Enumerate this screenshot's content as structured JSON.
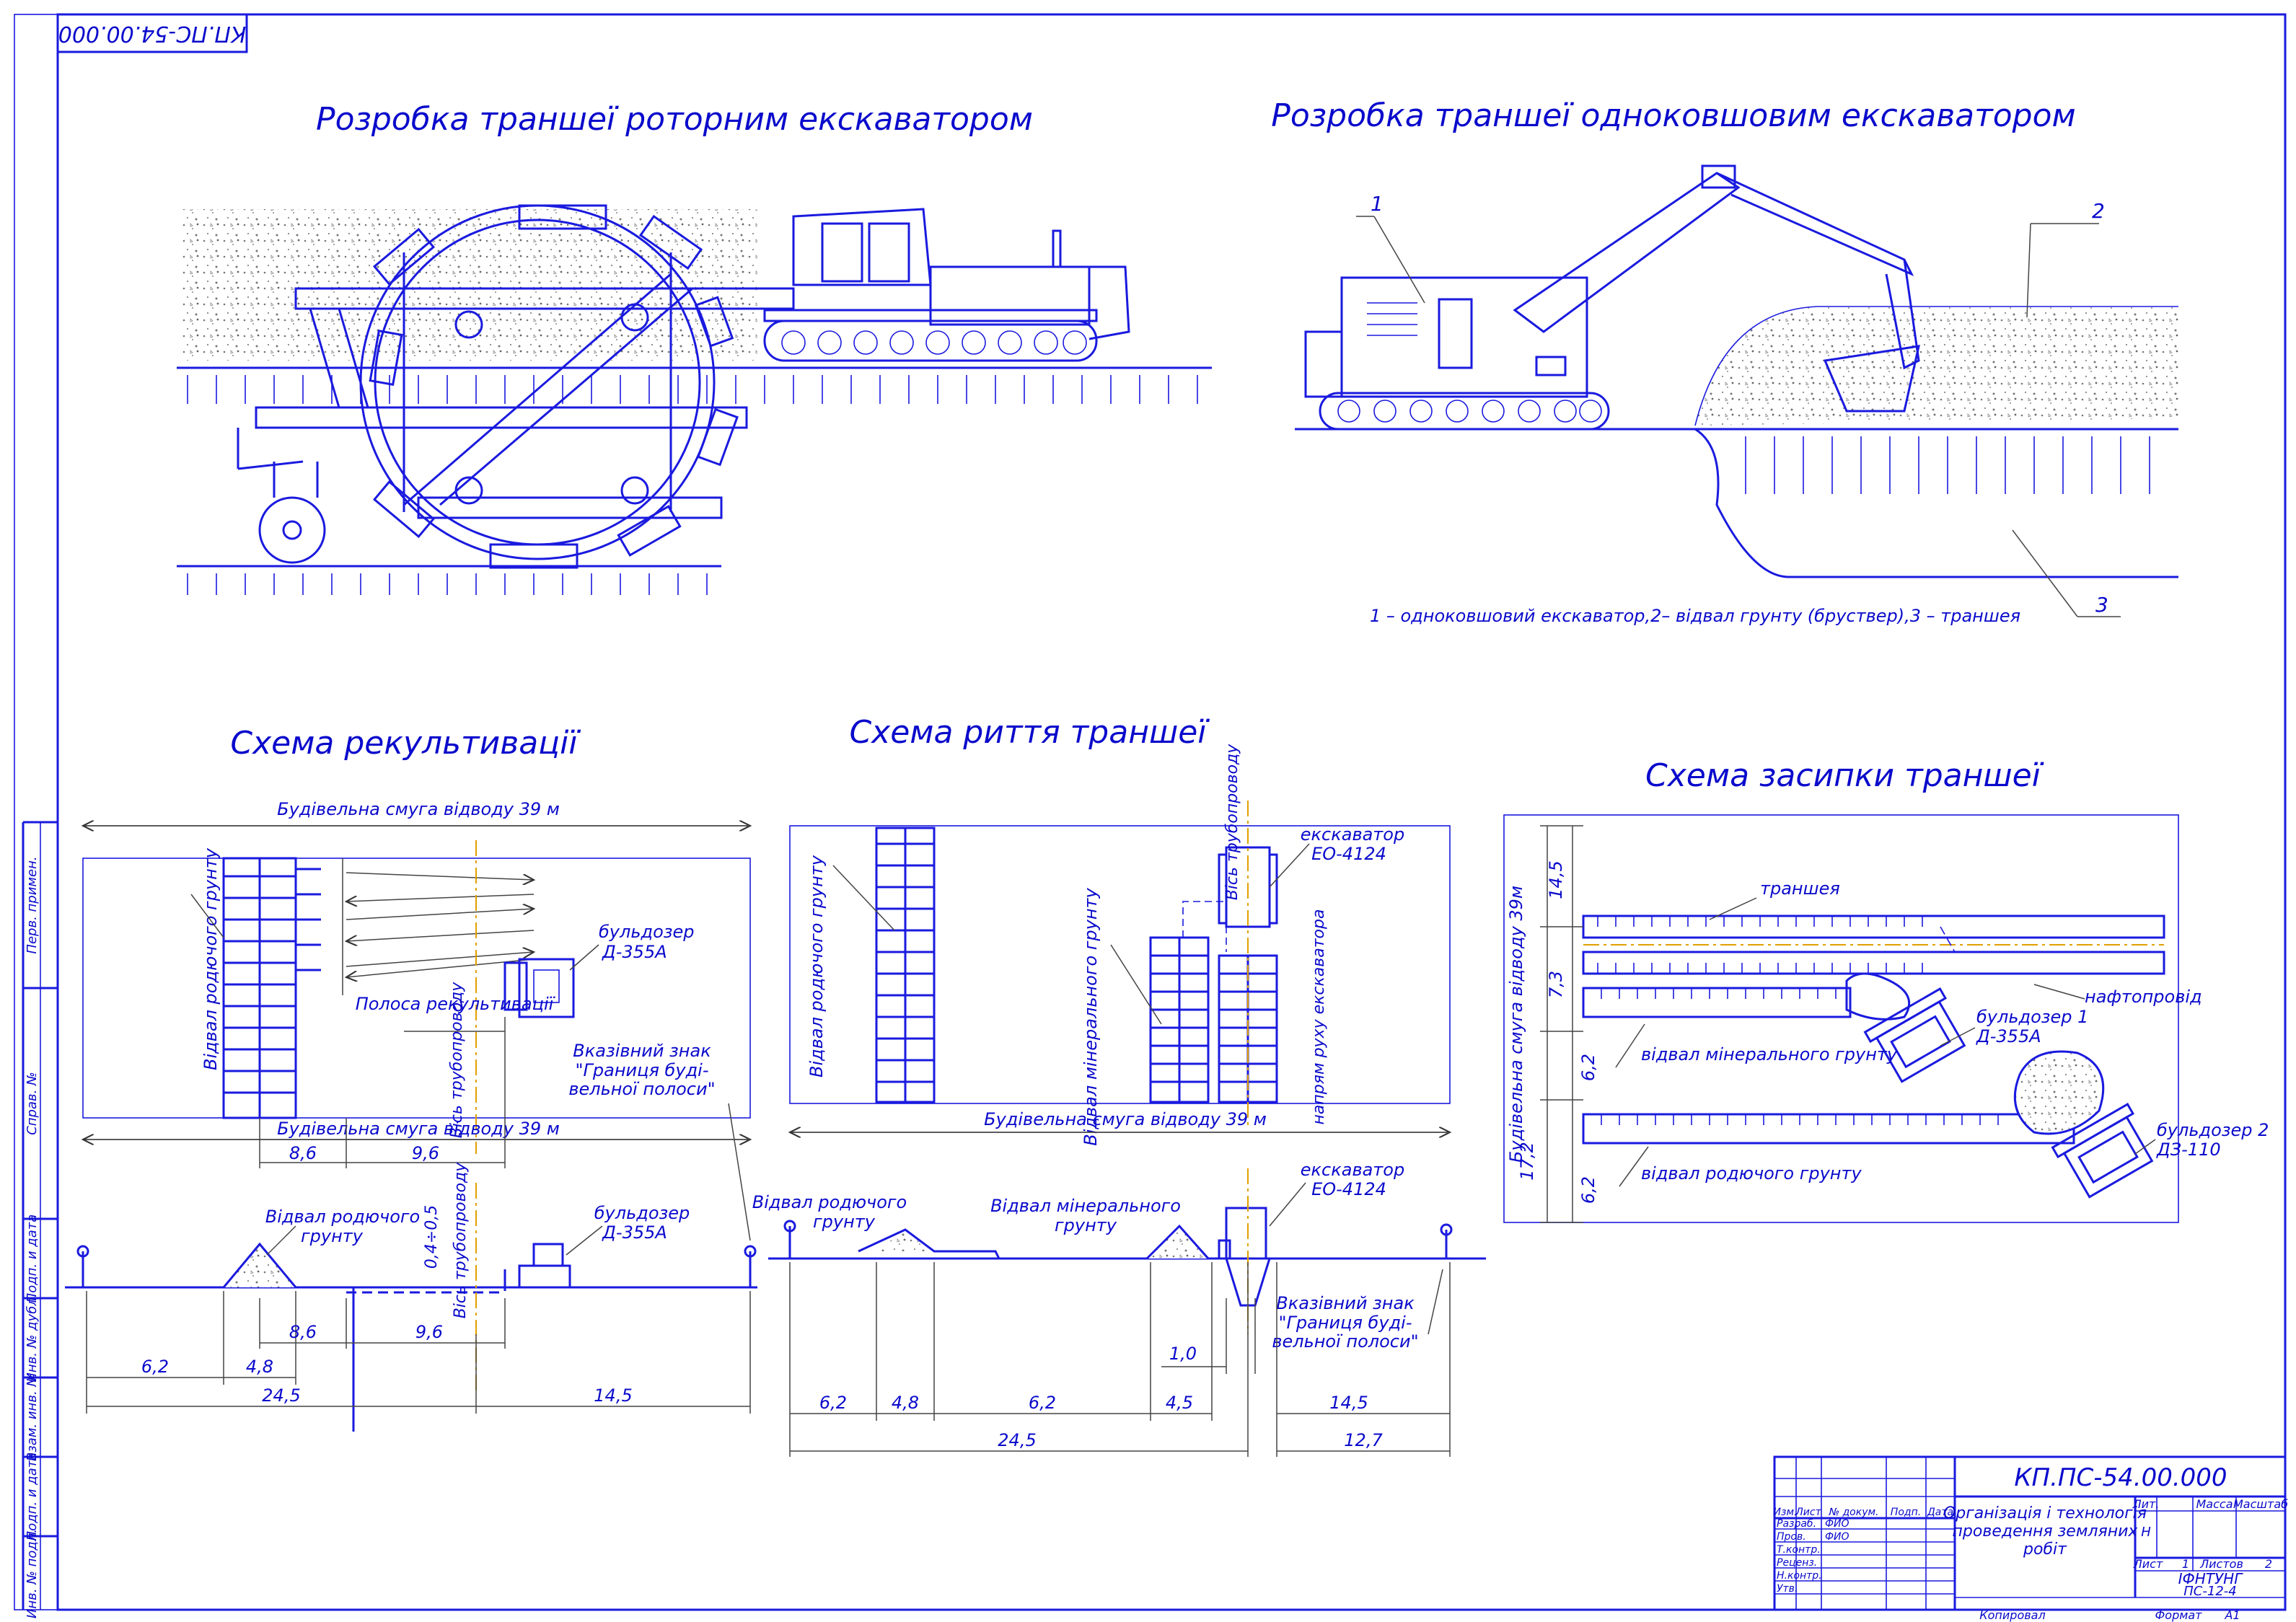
{
  "sheet": {
    "stamp_code": "КП.ПС-54.00.000"
  },
  "titles": {
    "rotary": "Розробка траншеї роторним екскаватором",
    "single_bucket": "Розробка траншеї одноковшовим екскаватором",
    "recultivation": "Схема рекультивації",
    "digging": "Схема риття траншеї",
    "backfill": "Схема засипки траншеї"
  },
  "excavator_labels": {
    "n1": "1",
    "n2": "2",
    "n3": "3",
    "legend": "1 – одноковшовий екскаватор,2– відвал грунту (бруствер),3 – траншея"
  },
  "recultivation": {
    "strip_top": "Будівельна смуга відводу 39 м",
    "strip_bottom": "Будівельна смуга відводу 39 м",
    "topsoil_dump": "Відвал родючого грунту",
    "bulldozer": "бульдозер",
    "bulldozer_model": "Д-355А",
    "strip_label": "Полоса рекультивації",
    "pipe_axis": "Вісь трубопроводу",
    "sign": "Вказівний знак",
    "sign_text": "\"Границя буді-",
    "sign_text2": "вельної полоси\"",
    "dim_86": "8,6",
    "dim_96": "9,6",
    "prof_dump": "Відвал родючого",
    "prof_dump2": "грунту",
    "prof_depth": "0,4÷0,5",
    "prof_axis": "Вісь трубопроводу",
    "prof_bulldozer": "бульдозер",
    "prof_bulldozer_model": "Д-355А",
    "pdim_86": "8,6",
    "pdim_96": "9,6",
    "pdim_62": "6,2",
    "pdim_48": "4,8",
    "pdim_245": "24,5",
    "pdim_145": "14,5"
  },
  "digging": {
    "topsoil_dump": "Відвал родючого грунту",
    "mineral_dump": "Відвал мінерального грунту",
    "pipe_axis": "Вісь трубопроводу",
    "excavator": "екскаватор",
    "excavator_model": "ЕО-4124",
    "direction": "напрям руху екскаватора",
    "strip": "Будівельна смуга відводу 39 м",
    "prof_topsoil": "Відвал родючого",
    "prof_topsoil2": "грунту",
    "prof_mineral": "Відвал мінерального",
    "prof_mineral2": "грунту",
    "prof_excavator": "екскаватор",
    "prof_excavator_model": "ЕО-4124",
    "sign": "Вказівний знак",
    "sign_text": "\"Границя буді-",
    "sign_text2": "вельної полоси\"",
    "dim_10": "1,0",
    "dim_62a": "6,2",
    "dim_48": "4,8",
    "dim_62b": "6,2",
    "dim_45": "4,5",
    "dim_145": "14,5",
    "dim_245": "24,5",
    "dim_127": "12,7"
  },
  "backfill": {
    "strip": "Будівельна смуга відводу 39м",
    "trench": "траншея",
    "pipeline": "нафтопровід",
    "bulldozer1": "бульдозер 1",
    "bulldozer1_model": "Д-355А",
    "bulldozer2": "бульдозер 2",
    "bulldozer2_model": "ДЗ-110",
    "mineral_dump": "відвал мінерального грунту",
    "topsoil_dump": "відвал родючого грунту",
    "dim_145": "14,5",
    "dim_73": "7,3",
    "dim_62a": "6,2",
    "dim_172": "17,2",
    "dim_62b": "6,2"
  },
  "side_stamp": {
    "c1": "Перв. примен.",
    "c2": "Справ. №",
    "c3": "Подп. и дата",
    "c4": "Инв. № дубл.",
    "c5": "Взам. инв. №",
    "c6": "Подп. и дата",
    "c7": "Инв. № подл."
  },
  "title_block": {
    "code": "КП.ПС-54.00.000",
    "name1": "Організація і технологія",
    "name2": "проведення земляних",
    "name3": "робіт",
    "h_izm": "Изм.",
    "h_list": "Лист",
    "h_doc": "№ докум.",
    "h_sign": "Подп.",
    "h_date": "Дата",
    "r_razrab": "Разраб.",
    "r_prov": "Пров.",
    "r_tkontr": "Т.контр.",
    "r_recenz": "Реценз.",
    "r_nkontr": "Н.контр.",
    "r_utv": "Утв.",
    "fio1": "ФИО",
    "fio2": "ФИО",
    "lit": "Лит.",
    "mass": "Масса",
    "scale": "Масштаб",
    "lit_val": "Н",
    "sheet": "Лист",
    "sheet_val": "1",
    "sheets": "Листов",
    "sheets_val": "2",
    "org1": "ІФНТУНГ",
    "org2": "ПС-12-4",
    "copied": "Копировал",
    "format": "Формат",
    "format_val": "А1"
  }
}
